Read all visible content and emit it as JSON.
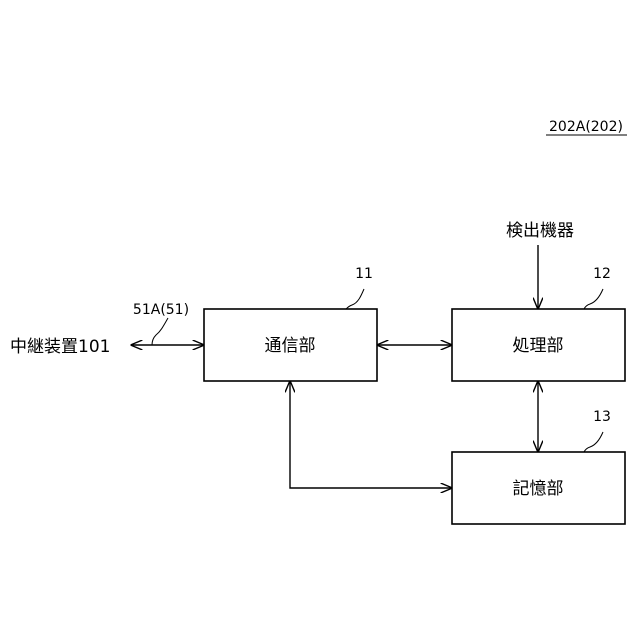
{
  "figure_label": "202A(202)",
  "boxes": {
    "comm": {
      "label": "通信部",
      "ref": "11"
    },
    "proc": {
      "label": "処理部",
      "ref": "12"
    },
    "mem": {
      "label": "記憶部",
      "ref": "13"
    }
  },
  "external": {
    "relay": "中継装置101",
    "sensor": "検出機器"
  },
  "link_label": "51A(51)"
}
